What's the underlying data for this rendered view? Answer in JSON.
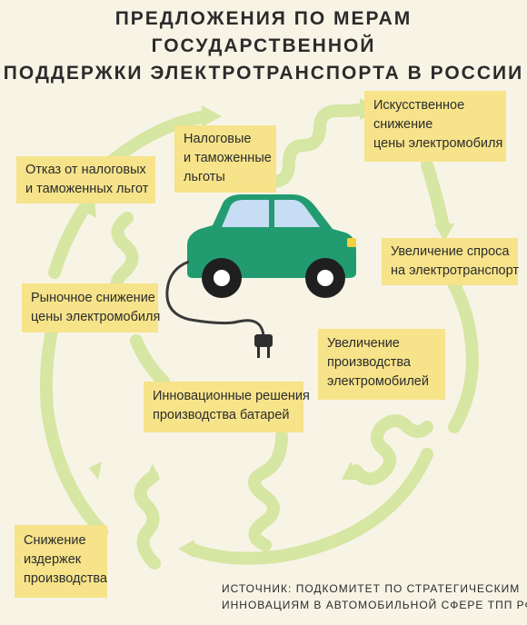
{
  "title": {
    "line1": "ПРЕДЛОЖЕНИЯ ПО МЕРАМ ГОСУДАРСТВЕННОЙ",
    "line2": "ПОДДЕРЖКИ ЭЛЕКТРОТРАНСПОРТА В РОССИИ"
  },
  "steps": {
    "tax_refusal": {
      "line1": "Отказ от налоговых",
      "line2": "и таможенных льгот"
    },
    "tax_benefits": {
      "line1": "Налоговые",
      "line2": "и таможенные",
      "line3": "льготы"
    },
    "artificial_price_cut": {
      "line1": "Искусственное",
      "line2": "снижение",
      "line3": "цены электромобиля"
    },
    "demand_growth": {
      "line1": "Увеличение спроса",
      "line2": "на электротранспорт"
    },
    "production_growth": {
      "line1": "Увеличение",
      "line2": "производства",
      "line3": "электромобилей"
    },
    "battery_innovation": {
      "line1": "Инновационные решения",
      "line2": "производства батарей"
    },
    "cost_reduction": {
      "line1": "Снижение",
      "line2": "издержек",
      "line3": "производства"
    },
    "market_price_cut": {
      "line1": "Рыночное снижение",
      "line2": "цены электромобиля"
    }
  },
  "source": {
    "line1": "ИСТОЧНИК: ПОДКОМИТЕТ ПО СТРАТЕГИЧЕСКИМ",
    "line2": "ИННОВАЦИЯМ В АВТОМОБИЛЬНОЙ СФЕРЕ ТПП РФ"
  },
  "colors": {
    "background": "#f7f4e6",
    "box": "#f6e38a",
    "path": "#d6e6a3",
    "car_body": "#229b71",
    "car_window": "#c6ddf4",
    "cable": "#3a3a3a"
  },
  "icons": [
    "electric-car-icon",
    "charging-plug-icon",
    "arrow-icon"
  ]
}
